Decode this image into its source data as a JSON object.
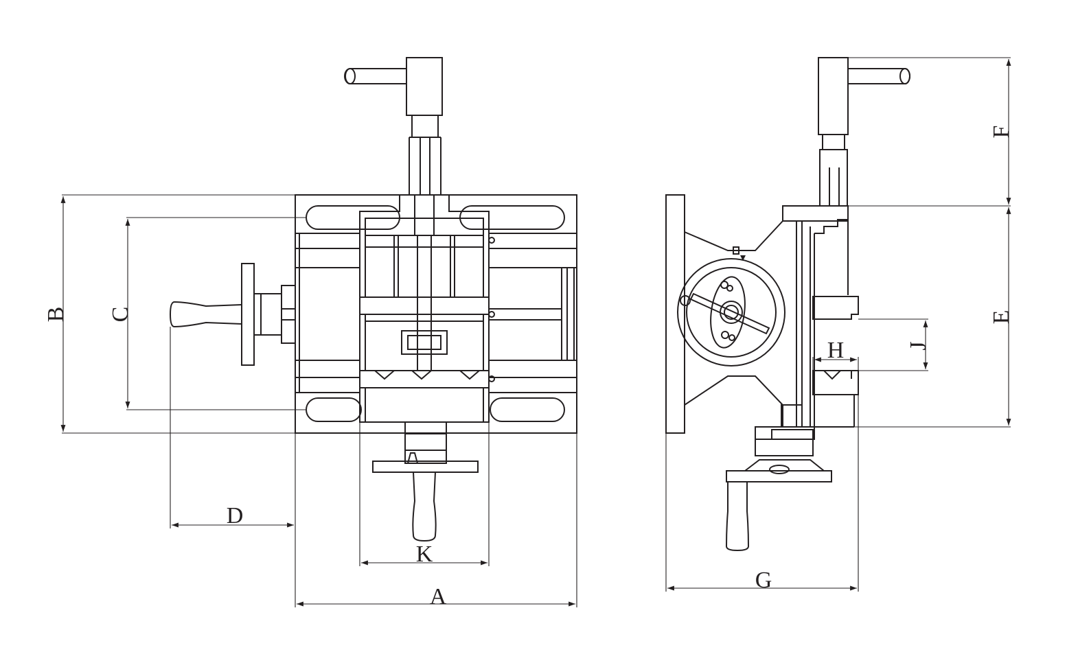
{
  "labels": {
    "A": "A",
    "B": "B",
    "C": "C",
    "D": "D",
    "E": "E",
    "F": "F",
    "G": "G",
    "H": "H",
    "J": "J",
    "K": "K"
  },
  "colors": {
    "line": "#231f20",
    "background": "#ffffff"
  }
}
